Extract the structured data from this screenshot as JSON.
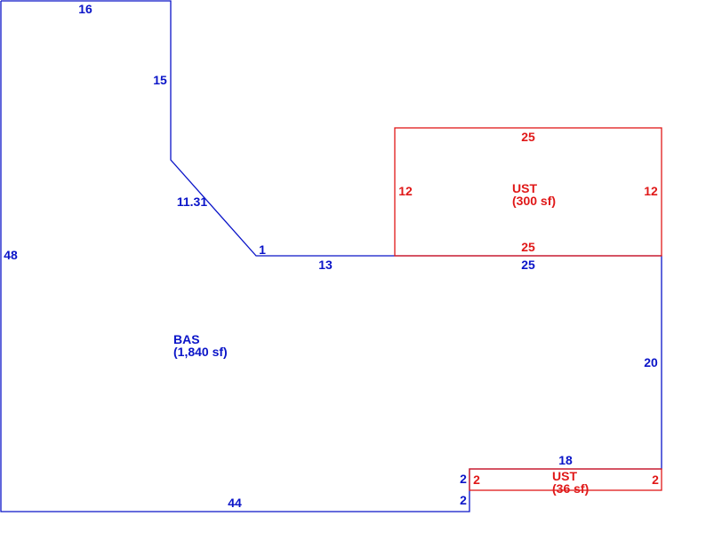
{
  "colors": {
    "main_area": "#0a14c8",
    "addition": "#e01818"
  },
  "areas": {
    "bas": {
      "code": "BAS",
      "area": "(1,840 sf)"
    },
    "ust_top": {
      "code": "UST",
      "area": "(300 sf)"
    },
    "ust_bottom": {
      "code": "UST",
      "area": "(36 sf)"
    }
  },
  "dimensions": {
    "bas_top": "16",
    "bas_notch_vertical": "15",
    "bas_diagonal": "11.31",
    "bas_step": "1",
    "bas_ledge": "13",
    "bas_right_top": "25",
    "bas_left": "48",
    "bas_right": "20",
    "bas_inner_top": "18",
    "bas_inner_step_upper": "2",
    "bas_inner_step_lower": "2",
    "bas_bottom": "44",
    "ust_top_top": "25",
    "ust_top_left": "12",
    "ust_top_right": "12",
    "ust_top_bottom": "25",
    "ust_bottom_left": "2",
    "ust_bottom_right": "2"
  }
}
